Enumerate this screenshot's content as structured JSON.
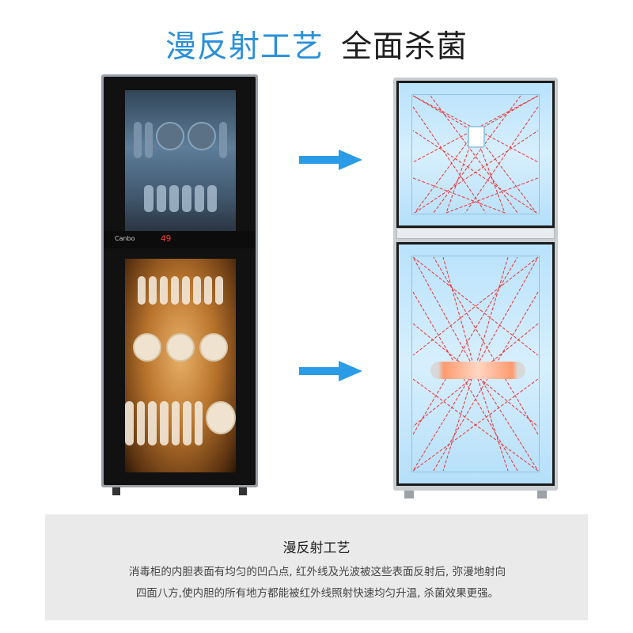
{
  "headline": {
    "part1": "漫反射工艺",
    "part2": "全面杀菌"
  },
  "cabinet_photo": {
    "display_digits": "49"
  },
  "caption": {
    "title": "漫反射工艺",
    "line1": "消毒柜的内胆表面有均匀的凹凸点, 红外线及光波被这些表面反射后, 弥漫地射向",
    "line2": "四面八方,使内胆的所有地方都能被红外线照射快速均匀升温, 杀菌效果更强。"
  },
  "colors": {
    "headline_blue": "#2a8fd8",
    "arrow_blue": "#2a9be6",
    "ray_red": "#ee3333"
  }
}
